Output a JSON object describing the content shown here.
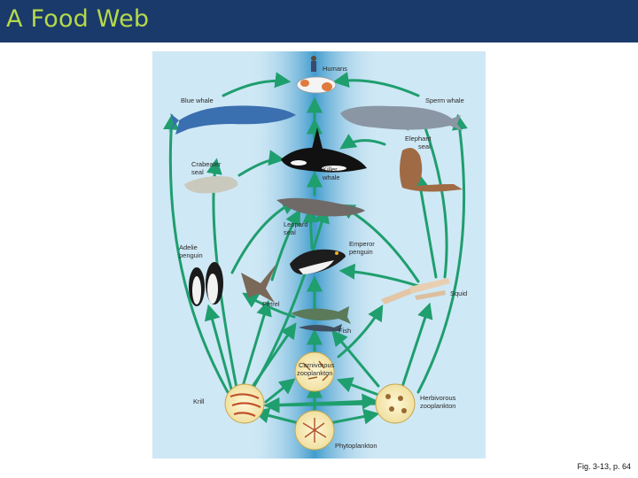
{
  "header": {
    "title": "A Food Web"
  },
  "figure": {
    "caption": "Fig. 3-13, p. 64",
    "colors": {
      "background": "#cfe8f5",
      "center_band": "#2a8fc7",
      "arrow": "#1f9e6e"
    },
    "organisms": {
      "humans": "Humans",
      "blue_whale": "Blue whale",
      "sperm_whale": "Sperm whale",
      "elephant_seal": [
        "Elephant",
        "seal"
      ],
      "crabeater_seal": [
        "Crabeater",
        "seal"
      ],
      "killer_whale": [
        "Killer",
        "whale"
      ],
      "leopard_seal": [
        "Leopard",
        "seal"
      ],
      "emperor_penguin": [
        "Emperor",
        "penguin"
      ],
      "adelie_penguin": [
        "Adelie",
        "penguin"
      ],
      "petrel": "Petrel",
      "squid": "Squid",
      "fish": "Fish",
      "carnivorous_zooplankton": [
        "Carnivorous",
        "zooplankton"
      ],
      "krill": "Krill",
      "herbivorous_zooplankton": [
        "Herbivorous",
        "zooplankton"
      ],
      "phytoplankton": "Phytoplankton"
    }
  }
}
